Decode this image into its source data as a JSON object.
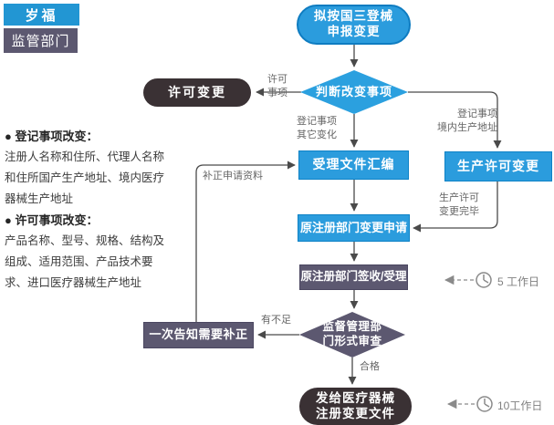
{
  "header": {
    "logo": "岁福",
    "department": "监管部门"
  },
  "notes": {
    "bullet": "●",
    "sections": [
      {
        "title": "登记事项改变：",
        "body": "注册人名称和住所、代理人名称\n和住所国产生产地址、境内医疗\n器械生产地址"
      },
      {
        "title": "许可事项改变：",
        "body": "产品名称、型号、规格、结构及\n组成、适用范围、产品技术要\n求、进口医疗器械生产地址"
      }
    ]
  },
  "nodes": {
    "start": "拟按国三登械\n申报变更",
    "decision_change_item": "判断改变事项",
    "license_change": "许可变更",
    "accept_documents": "受理文件汇编",
    "production_license_change": "生产许可变更",
    "original_dept_change_apply": "原注册部门变更申请",
    "original_dept_sign_accept": "原注册部门签收/受理",
    "decision_formal_review": "监督管理部\n门形式审查",
    "notify_correction": "一次告知需要补正",
    "end": "发给医疗器械\n注册变更文件"
  },
  "edge_labels": {
    "license_item": "许可\n事项",
    "registration_other_change": "登记事项\n其它变化",
    "registration_domestic_address": "登记事项\n境内生产地址",
    "production_license_done": "生产许可\n变更完毕",
    "correction_material": "补正申请资料",
    "insufficient": "有不足",
    "qualified": "合格"
  },
  "timers": [
    {
      "label": "5 工作日"
    },
    {
      "label": "10工作日"
    }
  ],
  "colors": {
    "node_blue": "#2b9cdd",
    "node_blue_border": "#0e82c6",
    "node_purple": "#5c5870",
    "node_dark": "#3a3134",
    "connector": "#4a4a4a",
    "edge_label_gray": "#666666",
    "timer_gray": "#808080"
  }
}
